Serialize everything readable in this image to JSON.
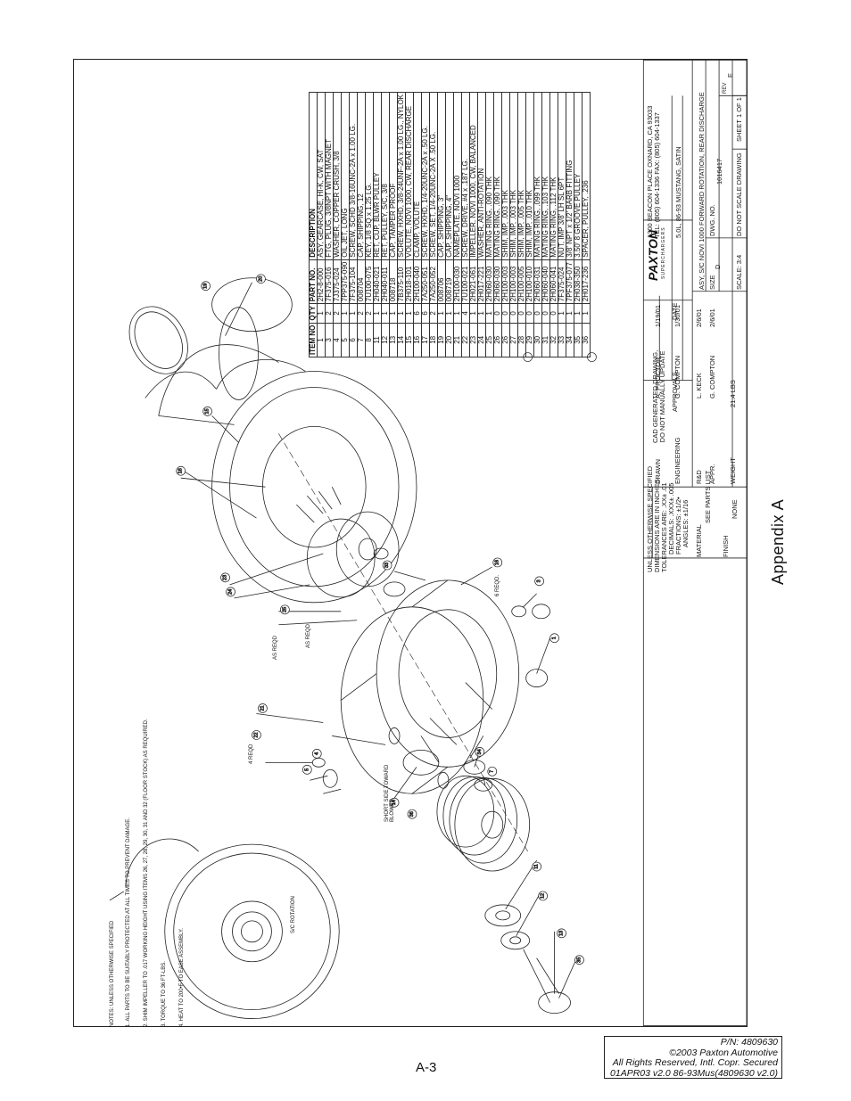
{
  "page": {
    "appendix_title": "Appendix A",
    "page_number": "A-3",
    "footer_lines": [
      "P/N: 4809630",
      "©2003 Paxton Automotive",
      "All Rights Reserved, Intl. Copr. Secured",
      "01APR03 v2.0 86-93Mus(4809630 v2.0)"
    ]
  },
  "bom": {
    "headers": [
      "ITEM NO",
      "QTY",
      "PART NO.",
      "DESCRIPTION"
    ],
    "rows": [
      [
        "1",
        "1",
        "2H2-8-000",
        "ASY, GEARCASE, HI-K, CW, SAT"
      ],
      [
        "3",
        "2",
        "7F375-016",
        "FTG, PLUG, 3/8NPT WITH MAGNET"
      ],
      [
        "4",
        "2",
        "7J375-024",
        "WASHER, COPPER CRUSH, 3/8"
      ],
      [
        "5",
        "1",
        "7PP375-090",
        "OIL JET, LONG"
      ],
      [
        "6",
        "1",
        "7F375-104",
        "SCREW, SCHD 3/8-16UNC-2A x 1.00 LG."
      ],
      [
        "7",
        "2",
        "008704",
        "CAP, SHIPPING, 12"
      ],
      [
        "8",
        "2",
        "7U100-075",
        "KEY, 1/8 SQ x 1.25 LG."
      ],
      [
        "11",
        "1",
        "2H040-021",
        "RET, CUP, BLWR PULLEY"
      ],
      [
        "12",
        "1",
        "2H040-011",
        "RET, PULLEY, S/C, 3/8"
      ],
      [
        "13",
        "1",
        "008718",
        "CAP, TAMPER PROOF"
      ],
      [
        "14",
        "1",
        "7B375-110",
        "SCREW, HXHD, 3/8-24UNF-2A x 1.00 LG., NYLOK"
      ],
      [
        "15",
        "1",
        "2H018-101",
        "VOLUTE, NOVI 1000, CW, REAR DISCHARGE"
      ],
      [
        "16",
        "6",
        "2H100-040",
        "CLAMP, VOLUTE"
      ],
      [
        "17",
        "6",
        "7A250-051",
        "SCREW, HXHD, 1/4-20UNC-2A x .50 LG."
      ],
      [
        "18",
        "2",
        "7A250-052",
        "SCREW, SET, 1/4-20UNC-2A X .50 LG."
      ],
      [
        "19",
        "1",
        "008706",
        "CAP, SHIPPING, 3\""
      ],
      [
        "20",
        "1",
        "008719",
        "CAP, SHIPPING, 4\""
      ],
      [
        "21",
        "1",
        "2H100-030",
        "NAMEPLATE, NOVI 1000"
      ],
      [
        "22",
        "4",
        "7U100-021",
        "SCREW, DRIVE, #4 x .187 LG."
      ],
      [
        "23",
        "1",
        "2H021-061",
        "IMPELLER, NOVI 1000, CW, BALANCED"
      ],
      [
        "24",
        "1",
        "2H017-221",
        "WASHER, ANTI-ROTATION"
      ],
      [
        "25",
        "1",
        "2H060-030",
        "MATING RING, .090 THK"
      ],
      [
        "26",
        "0",
        "2H060-030",
        "MATING RING, .090 THK"
      ],
      [
        "26",
        "0",
        "2H100-003",
        "SHIM, IMP, .003 THK"
      ],
      [
        "27",
        "0",
        "2H100-003",
        "SHIM, IMP, .003 THK"
      ],
      [
        "28",
        "0",
        "2H100-005",
        "SHIM, IMP, .005 THK"
      ],
      [
        "29",
        "0",
        "2H100-010",
        "SHIM, IMP, .010 THK"
      ],
      [
        "30",
        "0",
        "2H060-031",
        "MATING RING, .099 THK"
      ],
      [
        "31",
        "0",
        "2H060-040",
        "MATING RING, .103 THK"
      ],
      [
        "32",
        "0",
        "2H060-041",
        "MATING RING, .112 THK"
      ],
      [
        "33",
        "1",
        "7F375-024",
        "NUT, IMP 3/8' LH SL 6PT"
      ],
      [
        "34",
        "1",
        "7PF375-077",
        "3/8' NPT x 1/2' BARB FITTING"
      ],
      [
        "35",
        "1",
        "2H038-350",
        "3.50' 8 GROOVE PULLEY"
      ],
      [
        "36",
        "1",
        "2H017-236",
        "SPACER, PULLEY, .236"
      ]
    ]
  },
  "title_block": {
    "tolerances": [
      "UNLESS OTHERWISE SPECIFIED",
      "DIMENSIONS ARE IN INCHES",
      "TOLERANCES ARE: .XX± .01",
      "DECIMALS:     .XXX± .005",
      "FRACTIONS:      ±1/2•",
      "ANGLES:       ±1/16"
    ],
    "material_label": "MATERIAL",
    "material_value": "SEE PARTS LIST",
    "finish_label": "FINISH",
    "finish_value": "NONE",
    "cad_note": [
      "CAD GENERATED DRAWING,",
      "DO NOT MANUALLY UPDATE"
    ],
    "approvals_label": "APPROVALS",
    "date_label": "DATE",
    "approvals": [
      [
        "DRAWN",
        "A. PROCTOR",
        "1/19/01"
      ],
      [
        "ENGINEERING",
        "G. COMPTON",
        "1/30/01"
      ],
      [
        "R&D",
        "L. KECK",
        "2/6/01"
      ],
      [
        "APPR.",
        "G. COMPTON",
        "2/6/01"
      ]
    ],
    "weight_label": "WEIGHT",
    "weight_value": "21.4 LBS",
    "company": "PAXTON",
    "company_sub": "SUPERCHARGERS",
    "address": [
      "1300 BEACON PLACE  OXNARD, CA 93033",
      "TEL: (805) 604-1336  FAX: (805) 604-1337"
    ],
    "vehicle": "5.0L, 86-93 MUSTANG, SATIN",
    "title": "ASY, S/C NOVI 1000 FORWARD ROTATION, REAR DISCHARGE",
    "size_label": "SIZE",
    "size_value": "D",
    "dwg_label": "DWG.  NO.",
    "dwg_value": "1016417",
    "rev_label": "REV",
    "rev_value": "E",
    "scale_text": "SCALE:  3:4",
    "noscale_text": "DO NOT SCALE DRAWING",
    "sheet_text": "SHEET 1 OF 1"
  },
  "notes": [
    "NOTES: UNLESS OTHERWISE SPECIFIED",
    "1. ALL PARTS TO BE SUITABLY PROTECTED AT ALL TIMES TO PREVENT DAMAGE.",
    "2. SHIM IMPELLER TO .017 WORKING HEIGHT USING ITEMS 26, 27, 28, 29, 30, 31 AND 32 (FLOOR STOCK) AS REQUIRED.",
    "3. TORQUE TO 36 FT-LBS.",
    "4. HEAT TO 200•F TO EASE ASSEMBLY."
  ],
  "drawing_labels": {
    "sc_rotation": "S/C ROTATION",
    "short_side": [
      "SHORT SIDE TOWARD",
      "BLOWER"
    ],
    "four_reqd": "4 REQD",
    "as_reqd_1": "AS REQD",
    "as_reqd_2": "AS REQD",
    "six_reqd": "6 REQD."
  },
  "balloons": [
    "1",
    "3",
    "4",
    "5",
    "6",
    "7",
    "8",
    "11",
    "12",
    "13",
    "14",
    "15",
    "16",
    "17",
    "18",
    "19",
    "20",
    "21",
    "22",
    "23",
    "24",
    "25",
    "26",
    "27",
    "28",
    "29",
    "30",
    "31",
    "32",
    "33",
    "34",
    "35",
    "36"
  ]
}
